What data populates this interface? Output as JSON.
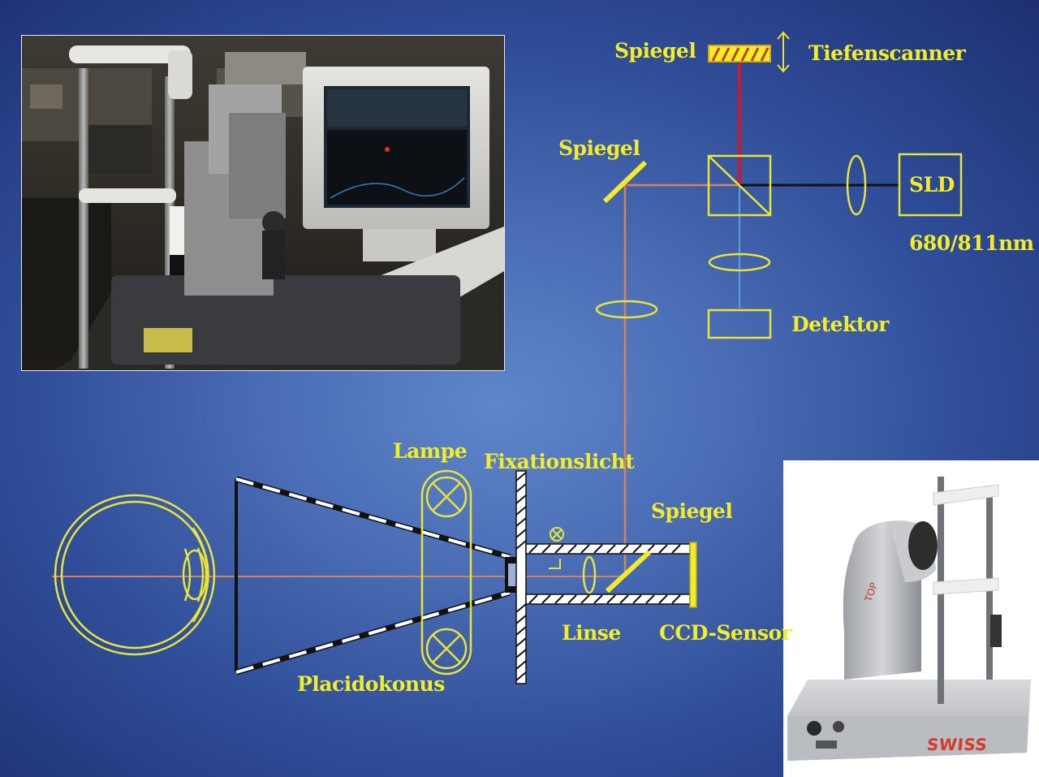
{
  "labels": {
    "spiegel_top": "Spiegel",
    "tiefenscanner": "Tiefenscanner",
    "spiegel_left": "Spiegel",
    "sld": "SLD",
    "wavelength": "680/811nm",
    "detektor": "Detektor",
    "lampe": "Lampe",
    "fixationslicht": "Fixationslicht",
    "spiegel_bottom": "Spiegel",
    "linse": "Linse",
    "ccd_sensor": "CCD-Sensor",
    "placidokonus": "Placidokonus"
  },
  "device_brand": "SWISS",
  "colors": {
    "background_center": "#5f86c9",
    "background_edge": "#1d2f72",
    "label_yellow": "#f2ec2a",
    "optics_yellow": "#e8e43a",
    "beam_red": "#d0182b",
    "beam_orange": "#d6835a",
    "beam_black": "#111111",
    "beam_blue": "#5aa0d8"
  },
  "icons": {
    "lab_photo": "laboratory-setup-photo",
    "device_photo": "ophthalmic-device-photo"
  }
}
